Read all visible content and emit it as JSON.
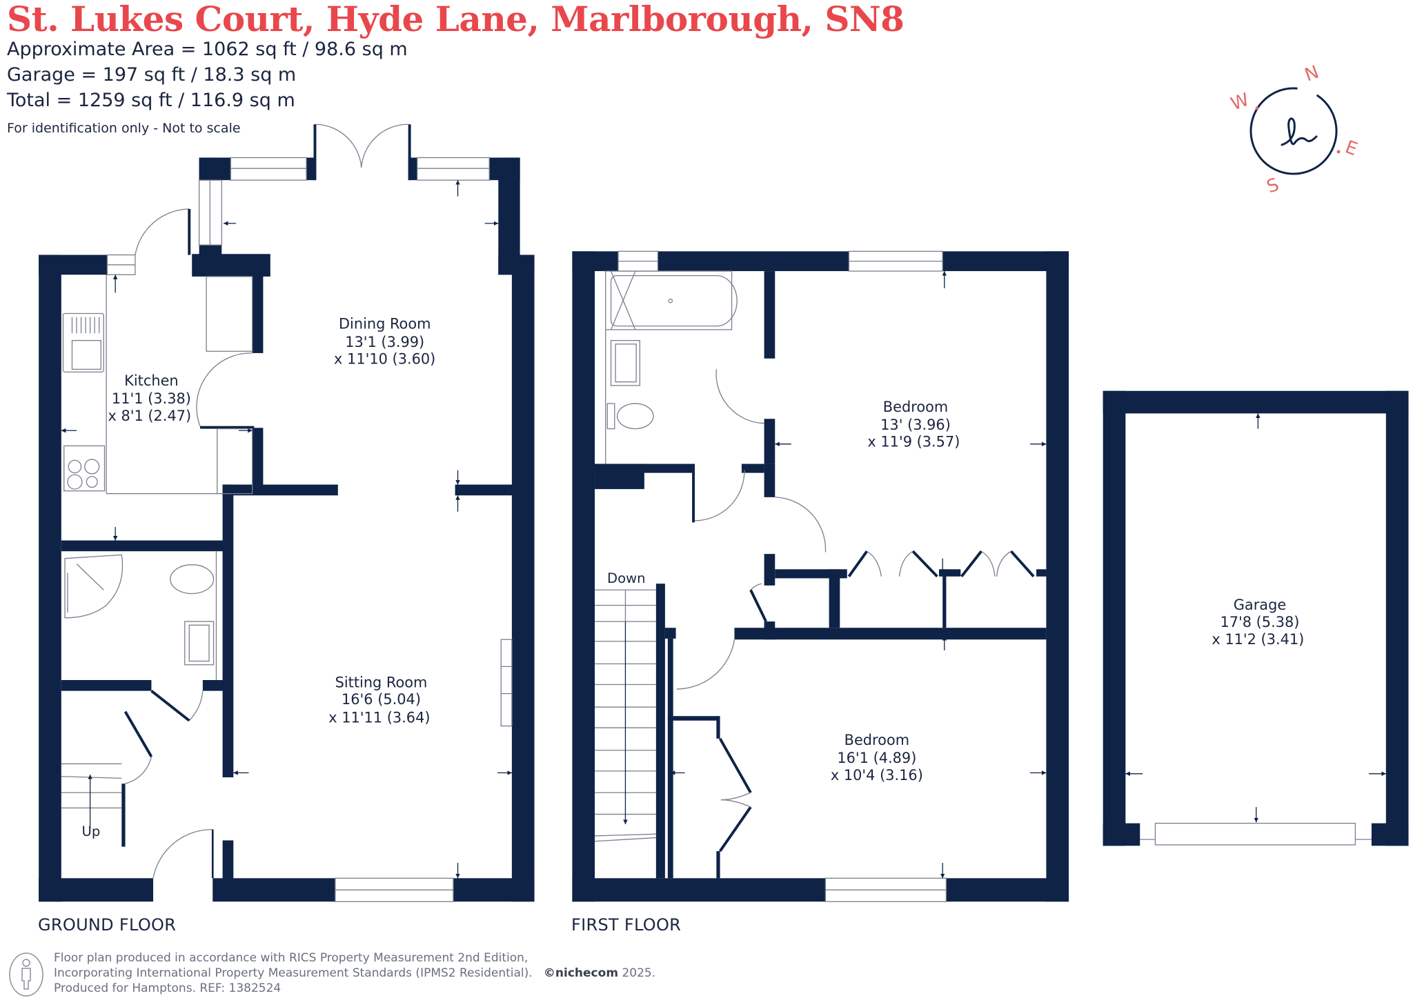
{
  "header": {
    "title": "St. Lukes Court, Hyde Lane, Marlborough, SN8",
    "approximate_area": "Approximate Area = 1062 sq ft / 98.6 sq m",
    "garage_area": "Garage = 197 sq ft / 18.3 sq m",
    "total_area": "Total = 1259 sq ft / 116.9 sq m",
    "note": "For identification only - Not to scale"
  },
  "compass": {
    "north": "N",
    "east": "E",
    "south": "S",
    "west": "W",
    "logo_glyph": "h",
    "accent_color": "#e06b6b",
    "ring_color": "#0f2347"
  },
  "colors": {
    "wall": "#0f2347",
    "title": "#e8474c",
    "text": "#1b2540",
    "fixture_line": "#7a7f8c"
  },
  "ground_floor": {
    "label": "GROUND FLOOR",
    "rooms": [
      {
        "name": "Dining Room",
        "dim1": "13'1 (3.99)",
        "dim2": "x 11'10 (3.60)"
      },
      {
        "name": "Kitchen",
        "dim1": "11'1 (3.38)",
        "dim2": "x 8'1 (2.47)"
      },
      {
        "name": "Sitting Room",
        "dim1": "16'6 (5.04)",
        "dim2": "x 11'11 (3.64)"
      }
    ],
    "stairs_label": "Up"
  },
  "first_floor": {
    "label": "FIRST FLOOR",
    "rooms": [
      {
        "name": "Bedroom",
        "dim1": "13' (3.96)",
        "dim2": "x 11'9 (3.57)"
      },
      {
        "name": "Bedroom",
        "dim1": "16'1 (4.89)",
        "dim2": "x 10'4 (3.16)"
      }
    ],
    "stairs_label": "Down"
  },
  "garage": {
    "name": "Garage",
    "dim1": "17'8 (5.38)",
    "dim2": "x 11'2 (3.41)"
  },
  "footer": {
    "line1": "Floor plan produced in accordance with RICS Property Measurement 2nd Edition,",
    "line2": "Incorporating International Property Measurement Standards (IPMS2 Residential).",
    "brand": "©nichecom",
    "year": "2025.",
    "line3": "Produced for Hamptons.  REF: 1382524"
  }
}
